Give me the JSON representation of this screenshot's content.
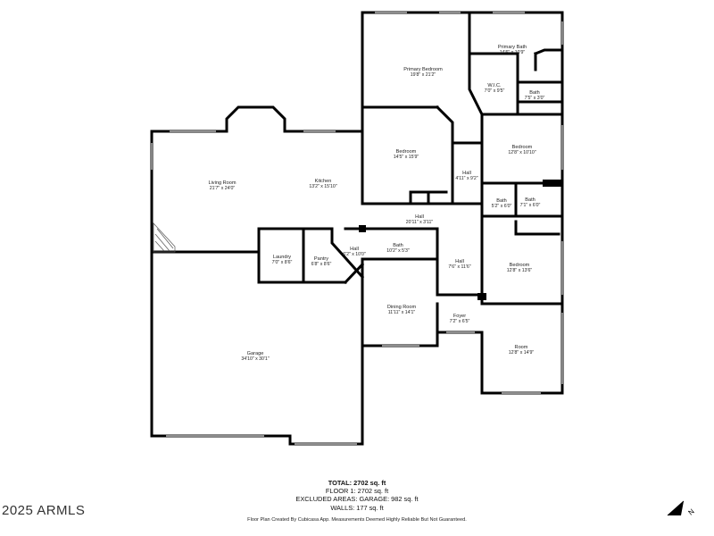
{
  "rooms": {
    "primary_bath": {
      "name": "Primary Bath",
      "dims": "14'6\" x 10'9\""
    },
    "primary_bedroom": {
      "name": "Primary Bedroom",
      "dims": "19'8\" x 21'2\""
    },
    "wic": {
      "name": "W.I.C.",
      "dims": "7'0\" x 9'5\""
    },
    "bath_small": {
      "name": "Bath",
      "dims": "7'5\" x 3'0\""
    },
    "bedroom_mid": {
      "name": "Bedroom",
      "dims": "14'5\" x 15'9\""
    },
    "bedroom_right": {
      "name": "Bedroom",
      "dims": "12'8\" x 10'10\""
    },
    "hall_upper": {
      "name": "Hall",
      "dims": "4'11\" x 9'2\""
    },
    "living_room": {
      "name": "Living Room",
      "dims": "21'7\" x 24'0\""
    },
    "kitchen": {
      "name": "Kitchen",
      "dims": "13'2\" x 15'10\""
    },
    "bath_a": {
      "name": "Bath",
      "dims": "5'2\" x 6'0\""
    },
    "bath_b": {
      "name": "Bath",
      "dims": "7'1\" x 6'0\""
    },
    "hall_center": {
      "name": "Hall",
      "dims": "20'11\" x 3'11\""
    },
    "laundry": {
      "name": "Laundry",
      "dims": "7'0\" x 8'6\""
    },
    "pantry": {
      "name": "Pantry",
      "dims": "6'8\" x 8'6\""
    },
    "hall_diag": {
      "name": "Hall",
      "dims": "6'2\" x 10'0\""
    },
    "bath_center": {
      "name": "Bath",
      "dims": "10'2\" x 5'3\""
    },
    "hall_right": {
      "name": "Hall",
      "dims": "7'6\" x 11'6\""
    },
    "bedroom_lower": {
      "name": "Bedroom",
      "dims": "12'8\" x 13'6\""
    },
    "dining_room": {
      "name": "Dining Room",
      "dims": "11'11\" x 14'1\""
    },
    "foyer": {
      "name": "Foyer",
      "dims": "7'2\" x 6'5\""
    },
    "room": {
      "name": "Room",
      "dims": "12'8\" x 14'9\""
    },
    "garage": {
      "name": "Garage",
      "dims": "34'10\" x 30'1\""
    }
  },
  "summary": {
    "total": "TOTAL: 2702 sq. ft",
    "floor": "FLOOR 1: 2702 sq. ft",
    "excluded": "EXCLUDED AREAS: GARAGE: 982 sq. ft",
    "walls": "WALLS: 177 sq. ft"
  },
  "credit": "Floor Plan Created By Cubicasa App. Measurements Deemed Highly Reliable But Not Guaranteed.",
  "copyright": "2025 ARMLS",
  "compass": {
    "label": "N",
    "icon": "north-arrow-icon"
  },
  "colors": {
    "wall": "#000000",
    "window": "#bdbdbd",
    "background": "#ffffff"
  }
}
